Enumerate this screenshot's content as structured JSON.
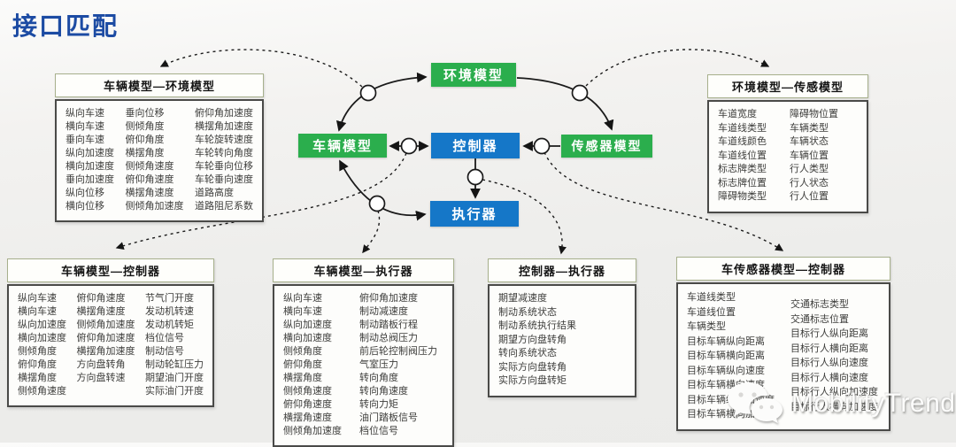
{
  "title": "接口匹配",
  "colors": {
    "title_blue": "#1c4ba3",
    "node_green": "#2bae4d",
    "node_blue": "#1577c8",
    "background": "#ededeb",
    "box_border_dark": "#4a4a48",
    "box_header_border": "#a7b08c"
  },
  "nodes": {
    "environment": {
      "label": "环境模型",
      "color": "#2bae4d"
    },
    "vehicle": {
      "label": "车辆模型",
      "color": "#2bae4d"
    },
    "controller": {
      "label": "控制器",
      "color": "#1577c8"
    },
    "sensor": {
      "label": "传感器模型",
      "color": "#2bae4d"
    },
    "actuator": {
      "label": "执行器",
      "color": "#1577c8"
    }
  },
  "links": [
    {
      "from": "车辆模型",
      "to": "环境模型",
      "bidirectional": true,
      "panel": "车辆模型—环境模型"
    },
    {
      "from": "环境模型",
      "to": "传感器模型",
      "bidirectional": false,
      "panel": "环境模型—传感模型"
    },
    {
      "from": "传感器模型",
      "to": "控制器",
      "bidirectional": false,
      "panel": "车传感器模型—控制器"
    },
    {
      "from": "车辆模型",
      "to": "控制器",
      "bidirectional": true,
      "panel": "车辆模型—控制器"
    },
    {
      "from": "控制器",
      "to": "执行器",
      "bidirectional": false,
      "panel": "控制器—执行器"
    },
    {
      "from": "车辆模型",
      "to": "执行器",
      "bidirectional": true,
      "panel": "车辆模型—执行器"
    }
  ],
  "detail_boxes": [
    {
      "title": "车辆模型—环境模型",
      "columns": [
        [
          "纵向车速",
          "横向车速",
          "垂向车速",
          "纵向加速度",
          "横向加速度",
          "垂向加速度",
          "纵向位移",
          "横向位移"
        ],
        [
          "垂向位移",
          "侧倾角度",
          "俯仰角度",
          "横摆角度",
          "侧倾角速度",
          "俯仰角速度",
          "横摆角速度",
          "侧倾角加速度"
        ],
        [
          "俯仰角加速度",
          "横摆角加速度",
          "车轮旋转速度",
          "车轮转向角度",
          "车轮垂向位移",
          "车轮垂向速度",
          "道路高度",
          "道路阻尼系数"
        ]
      ]
    },
    {
      "title": "环境模型—传感模型",
      "columns": [
        [
          "车道宽度",
          "车道线类型",
          "车道线颜色",
          "车道线位置",
          "标志牌类型",
          "标志牌位置",
          "障碍物类型"
        ],
        [
          "障碍物位置",
          "车辆类型",
          "车辆状态",
          "车辆位置",
          "行人类型",
          "行人状态",
          "行人位置"
        ]
      ]
    },
    {
      "title": "车辆模型—控制器",
      "columns": [
        [
          "纵向车速",
          "横向车速",
          "纵向加速度",
          "横向加速度",
          "侧倾角度",
          "俯仰角度",
          "横摆角度",
          "侧倾角速度"
        ],
        [
          "俯仰角速度",
          "横摆角速度",
          "侧倾角加速度",
          "俯仰角加速度",
          "横摆角加速度",
          "方向盘转角",
          "方向盘转速"
        ],
        [
          "节气门开度",
          "发动机转速",
          "发动机转矩",
          "档位信号",
          "制动信号",
          "制动轮缸压力",
          "期望油门开度",
          "实际油门开度"
        ]
      ]
    },
    {
      "title": "车辆模型—执行器",
      "columns": [
        [
          "纵向车速",
          "横向车速",
          "纵向加速度",
          "横向加速度",
          "侧倾角度",
          "俯仰角度",
          "横摆角度",
          "侧倾角速度",
          "俯仰角速度",
          "横摆角速度",
          "侧倾角加速度"
        ],
        [
          "俯仰角加速度",
          "制动减速度",
          "制动踏板行程",
          "制动总阀压力",
          "前后轮控制阀压力",
          "气室压力",
          "转向角度",
          "转向角速度",
          "转向力矩",
          "油门踏板信号",
          "档位信号"
        ]
      ]
    },
    {
      "title": "控制器—执行器",
      "columns": [
        [
          "期望减速度",
          "制动系统状态",
          "制动系统执行结果",
          "期望方向盘转角",
          "转向系统状态",
          "实际方向盘转角",
          "实际方向盘转矩"
        ]
      ]
    },
    {
      "title": "车传感器模型—控制器",
      "columns": [
        [
          "车道线类型",
          "车道线位置",
          "车辆类型",
          "目标车辆纵向距离",
          "目标车辆横向距离",
          "目标车辆纵向速度",
          "目标车辆横向速度",
          "目标车辆纵向加速度",
          "目标车辆横向加速度"
        ],
        [
          "交通标志类型",
          "交通标志位置",
          "目标行人纵向距离",
          "目标行人横向距离",
          "目标行人纵向速度",
          "目标行人横向速度",
          "目标行人纵向加速度",
          "目标行人横向加速度"
        ]
      ]
    }
  ],
  "watermark": {
    "text": "MobilityTrend",
    "icon": "wechat-icon"
  }
}
